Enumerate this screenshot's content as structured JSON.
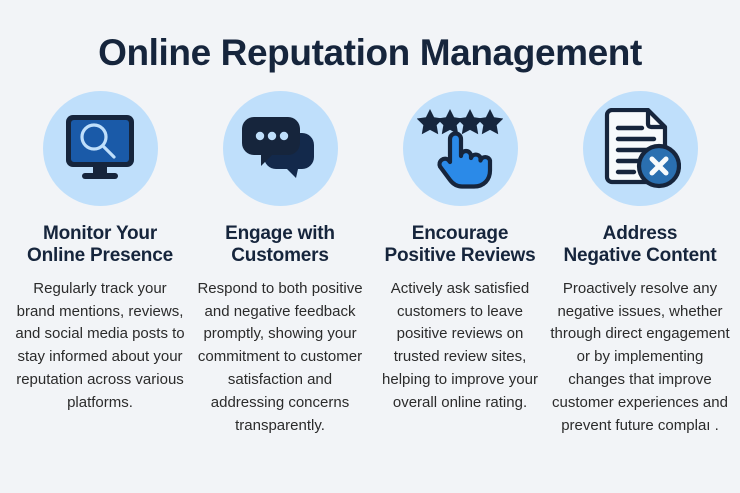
{
  "page": {
    "title": "Online Reputation Management",
    "background_color": "#f2f4f7",
    "title_color": "#16253c",
    "accent_circle_color": "#bfdffb",
    "icon_navy": "#16253c",
    "icon_blue": "#1a5aa8",
    "icon_bright_blue": "#2b8ae8"
  },
  "columns": [
    {
      "icon": "monitor-search-icon",
      "heading": "Monitor Your\nOnline Presence",
      "body": "Regularly track your brand mentions, reviews, and social media posts to stay informed about your reputation across various platforms."
    },
    {
      "icon": "chat-bubbles-icon",
      "heading": "Engage with\nCustomers",
      "body": "Respond to both positive and negative feedback promptly, showing your commitment to customer satisfaction and addressing concerns transparently."
    },
    {
      "icon": "star-rating-hand-icon",
      "heading": "Encourage\nPositive Reviews",
      "body": "Actively ask satisfied customers to leave positive reviews on trusted review sites, helping to improve your overall online rating."
    },
    {
      "icon": "document-reject-icon",
      "heading": "Address\nNegative Content",
      "body": "Proactively resolve any negative issues, whether through direct engagement or by implementing changes that improve customer experiences and prevent future complaı ."
    }
  ]
}
